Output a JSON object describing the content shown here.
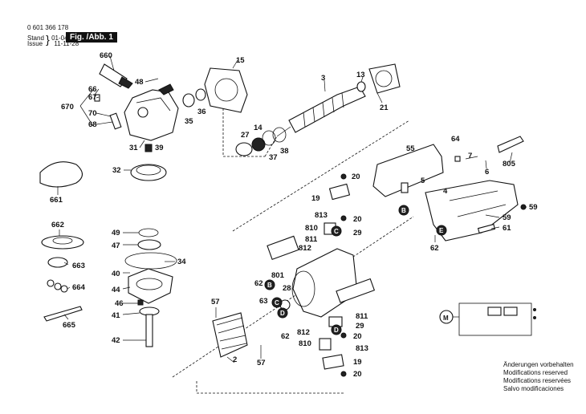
{
  "header": {
    "doc_number": "0 601 366 178",
    "stand_label": "Stand",
    "issue_label": "Issue",
    "stand_value": "01-04",
    "issue_value": "11-11-28",
    "figure_label": "Fig. /Abb. 1"
  },
  "notes": [
    "Änderungen vorbehalten",
    "Modifications reserved",
    "Modifications reservées",
    "Salvo modificaciones"
  ],
  "circle_markers": [
    "B",
    "C",
    "D",
    "E"
  ],
  "part_labels": {
    "p660": "660",
    "p66": "66",
    "p67": "67",
    "p670": "670",
    "p70": "70",
    "p68": "68",
    "p48": "48",
    "p31": "31",
    "p39": "39",
    "p32": "32",
    "p661": "661",
    "p15": "15",
    "p35": "35",
    "p36": "36",
    "p3": "3",
    "p13": "13",
    "p21": "21",
    "p27": "27",
    "p14": "14",
    "p37": "37",
    "p38": "38",
    "p662": "662",
    "p663": "663",
    "p664": "664",
    "p665": "665",
    "p49": "49",
    "p47": "47",
    "p40": "40",
    "p34": "34",
    "p44": "44",
    "p46": "46",
    "p41": "41",
    "p42": "42",
    "p57a": "57",
    "p57b": "57",
    "p2": "2",
    "p63": "63",
    "p62a": "62",
    "p62b": "62",
    "p28": "28",
    "p801": "801",
    "p20a": "20",
    "p20b": "20",
    "p20c": "20",
    "p20d": "20",
    "p19a": "19",
    "p19b": "19",
    "p813a": "813",
    "p813b": "813",
    "p810a": "810",
    "p810b": "810",
    "p811a": "811",
    "p811b": "811",
    "p812a": "812",
    "p812b": "812",
    "p29a": "29",
    "p29b": "29",
    "p55": "55",
    "p5": "5",
    "p4": "4",
    "p64": "64",
    "p7": "7",
    "p6": "6",
    "p805": "805",
    "p59a": "59",
    "p59b": "59",
    "p61": "61",
    "p62c": "62"
  }
}
